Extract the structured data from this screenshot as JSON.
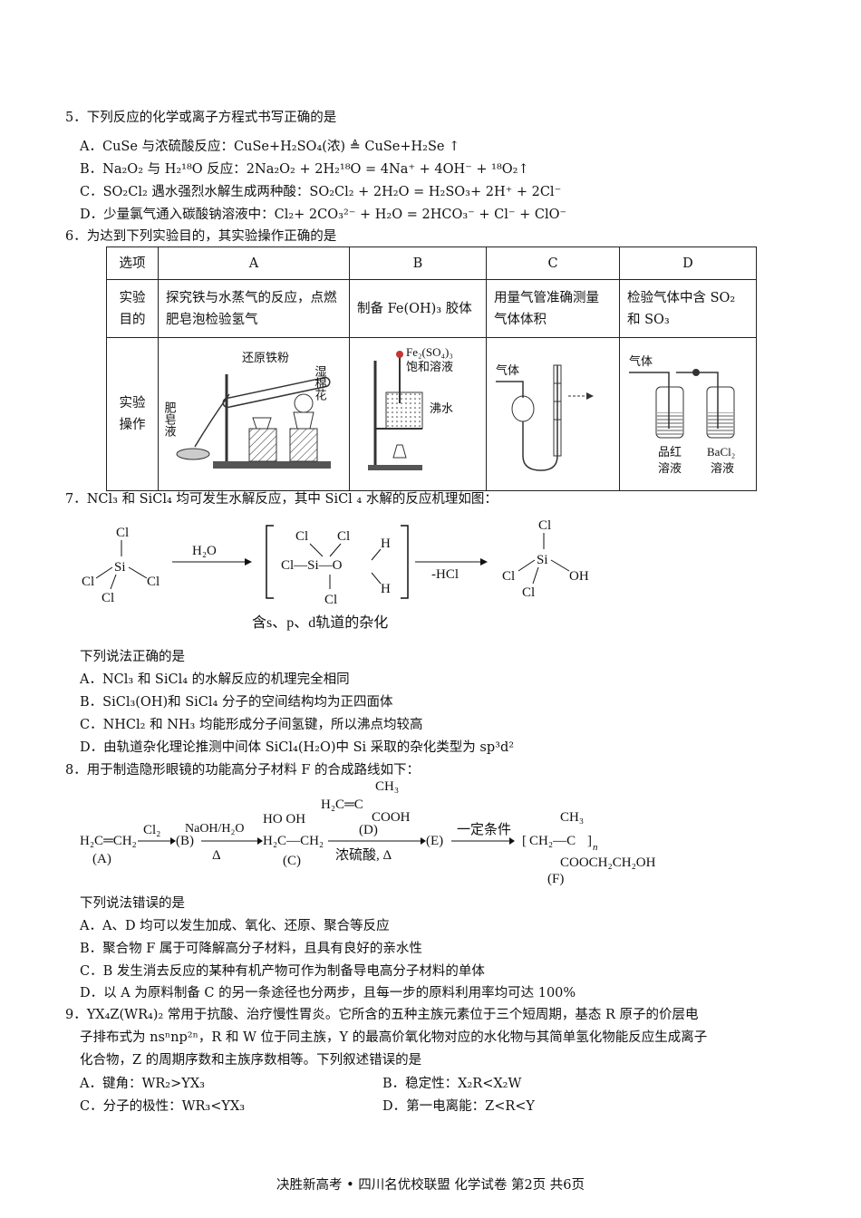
{
  "q5": {
    "stem": "5．下列反应的化学或离子方程式书写正确的是",
    "A": "A．CuSe 与浓硫酸反应：CuSe+H₂SO₄(浓) ≜ CuSe+H₂Se ↑",
    "B": "B．Na₂O₂ 与 H₂¹⁸O 反应：2Na₂O₂ + 2H₂¹⁸O = 4Na⁺ + 4OH⁻ + ¹⁸O₂↑",
    "C": "C．SO₂Cl₂ 遇水强烈水解生成两种酸：SO₂Cl₂ + 2H₂O = H₂SO₃+ 2H⁺ + 2Cl⁻",
    "D": "D．少量氯气通入碳酸钠溶液中：Cl₂+ 2CO₃²⁻ + H₂O = 2HCO₃⁻ + Cl⁻ + ClO⁻"
  },
  "q6": {
    "stem": "6．为达到下列实验目的，其实验操作正确的是",
    "header": [
      "选项",
      "A",
      "B",
      "C",
      "D"
    ],
    "purpose_label": "实验目的",
    "purpose": [
      "探究铁与水蒸气的反应，点燃肥皂泡检验氢气",
      "制备 Fe(OH)₃ 胶体",
      "用量气管准确测量气体体积",
      "检验气体中含 SO₂ 和 SO₃"
    ],
    "operation_label": "实验操作",
    "labels_a": [
      "还原铁粉",
      "湿棉花",
      "肥皂液"
    ],
    "labels_b": [
      "Fe₂(SO₄)₃",
      "饱和溶液",
      "沸水"
    ],
    "labels_c": [
      "气体"
    ],
    "labels_d": [
      "气体",
      "品红",
      "溶液",
      "BaCl₂",
      "溶液"
    ]
  },
  "q7": {
    "stem": "7．NCl₃ 和 SiCl₄ 均可发生水解反应，其中 SiCl ₄ 水解的反应机理如图：",
    "reagent": "H₂O",
    "elim": "-HCl",
    "note": "含s、p、d轨道的杂化",
    "sub": "下列说法正确的是",
    "A": "A．NCl₃ 和 SiCl₄ 的水解反应的机理完全相同",
    "B": "B．SiCl₃(OH)和 SiCl₄ 分子的空间结构均为正四面体",
    "C": "C．NHCl₂ 和 NH₃ 均能形成分子间氢键，所以沸点均较高",
    "D": "D．由轨道杂化理论推测中间体 SiCl₄(H₂O)中 Si 采取的杂化类型为 sp³d²"
  },
  "q8": {
    "stem": "8．用于制造隐形眼镜的功能高分子材料 F 的合成路线如下：",
    "sub": "下列说法错误的是",
    "A": "A．A、D 均可以发生加成、氧化、还原、聚合等反应",
    "B": "B．聚合物 F 属于可降解高分子材料，且具有良好的亲水性",
    "C": "C．B 发生消去反应的某种有机产物可作为制备导电高分子材料的单体",
    "D": "D．以 A 为原料制备 C 的另一条途径也分两步，且每一步的原料利用率均可达 100%",
    "route": {
      "a": "H₂C═CH₂",
      "a_lbl": "(A)",
      "cl2": "Cl₂",
      "b": "(B)",
      "naoh": "NaOH/H₂O",
      "delta": "Δ",
      "c_top": "HO  OH",
      "c": "H₂C—CH₂",
      "c_lbl": "(C)",
      "d_top": "H₂C═C",
      "d_ch3": "CH₃",
      "d_cooh": "COOH",
      "d_lbl": "(D)",
      "cond": "浓硫酸, Δ",
      "e": "(E)",
      "cond2": "一定条件",
      "f_ch3": "CH₃",
      "f_chain": "CH₂—C",
      "f_n": "n",
      "f_ester": "COOCH₂CH₂OH",
      "f_lbl": "(F)"
    }
  },
  "q9": {
    "stem1": "9．YX₄Z(WR₄)₂ 常用于抗酸、治疗慢性胃炎。它所含的五种主族元素位于三个短周期，基态 R 原子的价层电",
    "stem2": "子排布式为 nsⁿnp²ⁿ，R 和 W 位于同主族，Y 的最高价氧化物对应的水化物与其简单氢化物能反应生成离子",
    "stem3": "化合物，Z 的周期序数和主族序数相等。下列叙述错误的是",
    "A": "A．键角：WR₂>YX₃",
    "B": "B．稳定性：X₂R<X₂W",
    "C": "C．分子的极性：WR₃<YX₃",
    "D": "D．第一电离能：Z<R<Y"
  },
  "footer": "决胜新高考 • 四川名优校联盟 化学试卷 第2页 共6页"
}
